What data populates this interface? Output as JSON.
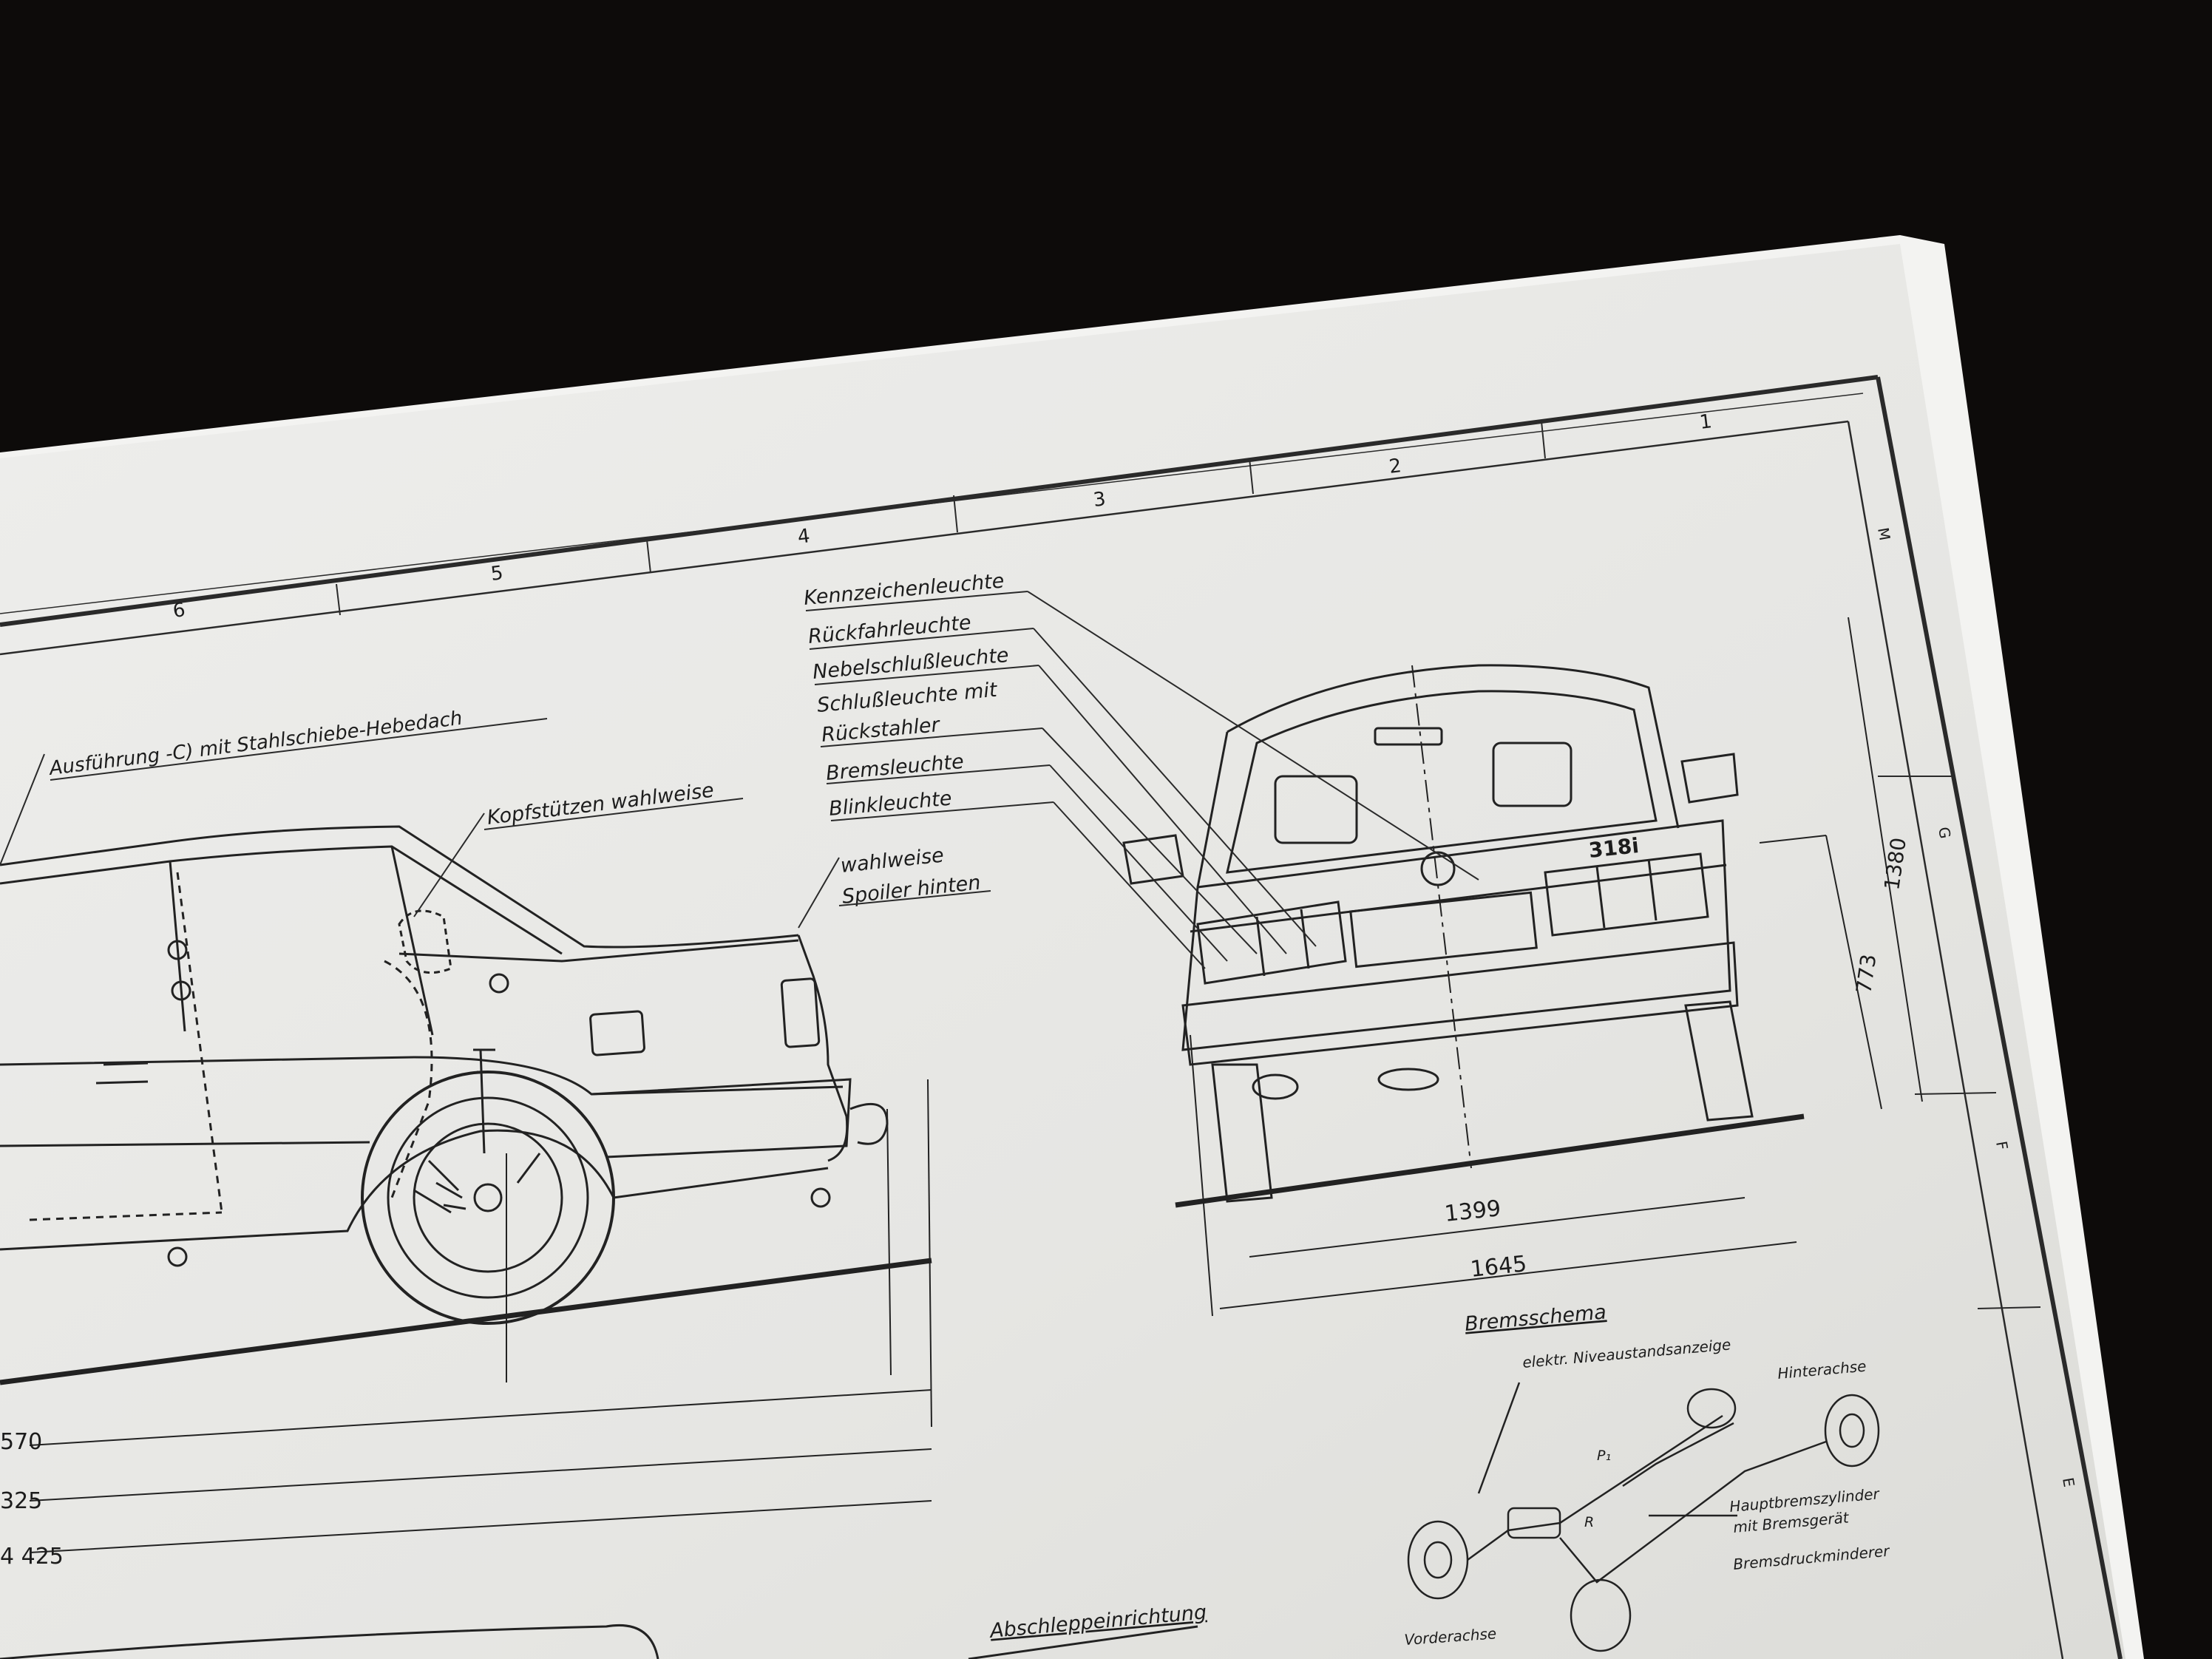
{
  "zone_numbers": [
    "6",
    "5",
    "4",
    "3",
    "2",
    "1"
  ],
  "edge_letters": [
    "M",
    "G",
    "F",
    "E"
  ],
  "side_view_labels": {
    "variant": "Ausführung -C) mit Stahlschiebe-Hebedach",
    "headrests": "Kopfstützen wahlweise",
    "spoiler_line1": "wahlweise",
    "spoiler_line2": "Spoiler hinten"
  },
  "rear_view_labels": [
    "Kennzeichenleuchte",
    "Rückfahrleuchte",
    "Nebelschlußleuchte",
    "Schlußleuchte mit",
    "Rückstahler",
    "Bremsleuchte",
    "Blinkleuchte"
  ],
  "model_badge": "318i",
  "dimensions": {
    "rear_height": "1380",
    "bumper_height": "773",
    "track": "1399",
    "width": "1645",
    "side_dim_1": "570",
    "side_dim_2": "325",
    "side_dim_3": "4 425"
  },
  "brake_schema": {
    "title": "Bremsschema",
    "level_indicator": "elektr. Niveaustandsanzeige",
    "rear_axle": "Hinterachse",
    "master_cylinder_line1": "Hauptbremszylinder",
    "master_cylinder_line2": "mit Bremsgerät",
    "pressure_reducer": "Bremsdruckminderer",
    "front_axle": "Vorderachse",
    "p1": "P₁",
    "r": "R"
  },
  "towing": "Abschleppeinrichtung",
  "colors": {
    "background": "#0d0b0a",
    "paper": "#e9e9e6",
    "ink": "#1f1f1f"
  }
}
